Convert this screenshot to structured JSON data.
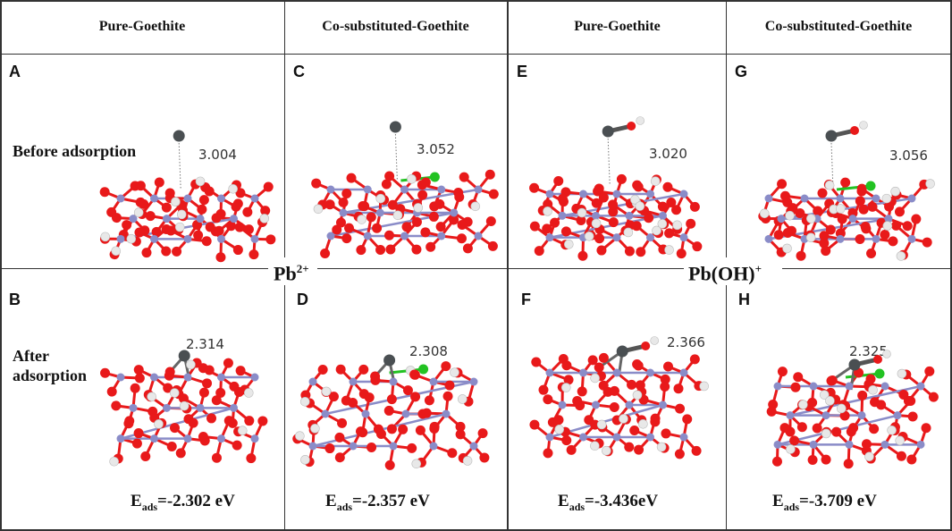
{
  "columns": [
    {
      "header": "Pure-Goethite"
    },
    {
      "header": "Co-substituted-Goethite"
    },
    {
      "header": "Pure-Goethite"
    },
    {
      "header": "Co-substituted-Goethite"
    }
  ],
  "rows": {
    "before": {
      "label": "Before adsorption"
    },
    "after": {
      "label": "After adsorption"
    }
  },
  "species": [
    {
      "base": "Pb",
      "charge": "2+"
    },
    {
      "base": "Pb(OH)",
      "charge": "+"
    }
  ],
  "panels": [
    {
      "letter": "A",
      "distance": "3.004"
    },
    {
      "letter": "B",
      "distance": "2.314",
      "energy_symbol": "E",
      "energy_sub": "ads",
      "energy_value": "=-2.302 eV"
    },
    {
      "letter": "C",
      "distance": "3.052"
    },
    {
      "letter": "D",
      "distance": "2.308",
      "energy_symbol": "E",
      "energy_sub": "ads",
      "energy_value": "=-2.357 eV"
    },
    {
      "letter": "E",
      "distance": "3.020"
    },
    {
      "letter": "F",
      "distance": "2.366",
      "energy_symbol": "E",
      "energy_sub": "ads",
      "energy_value": "=-3.436eV"
    },
    {
      "letter": "G",
      "distance": "3.056"
    },
    {
      "letter": "H",
      "distance": "2.325",
      "energy_symbol": "E",
      "energy_sub": "ads",
      "energy_value": "=-3.709 eV"
    }
  ],
  "colors": {
    "oxygen": "#e8191a",
    "iron": "#8a8cc8",
    "hydrogen": "#e8e8e8",
    "lead": "#4a4f52",
    "cobalt": "#22c222",
    "grid": "#333333"
  }
}
